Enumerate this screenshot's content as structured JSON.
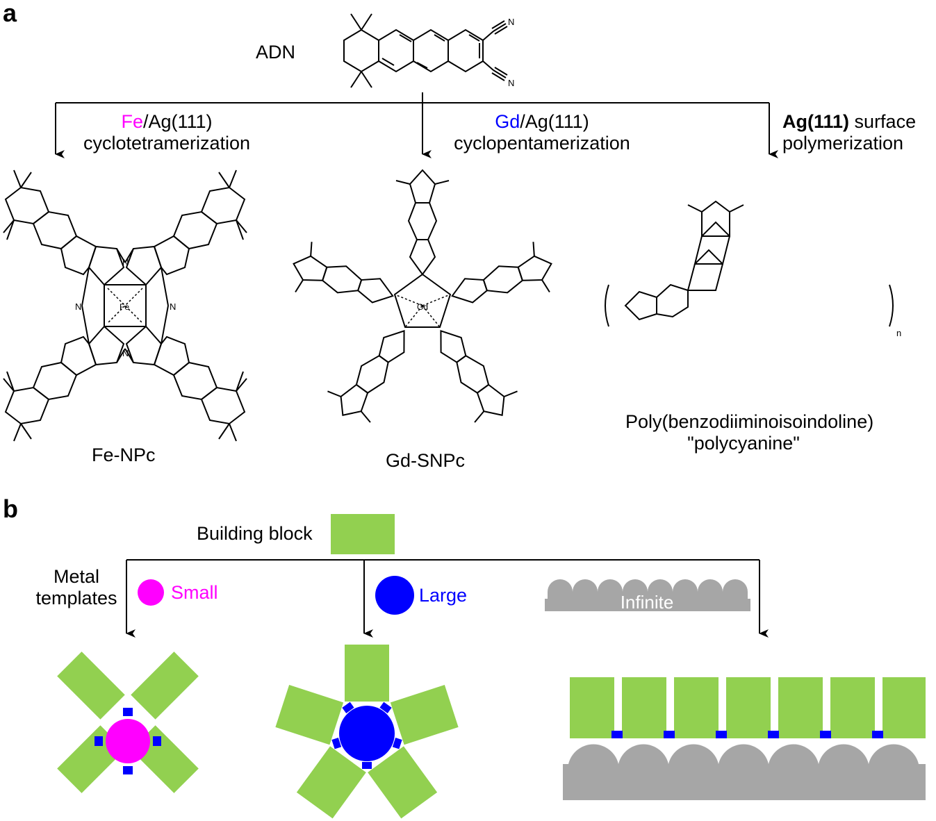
{
  "panel_a": {
    "letter": "a",
    "start_label": "ADN",
    "start_nitrile_label": "N",
    "branches": [
      {
        "metal": "Fe",
        "metal_color": "#ff00ff",
        "surface": "/Ag(111)",
        "process": "cyclotetramerization",
        "product": "Fe-NPc",
        "center_atom": "Fe"
      },
      {
        "metal": "Gd",
        "metal_color": "#0000ff",
        "surface": "/Ag(111)",
        "process": "cyclopentamerization",
        "product": "Gd-SNPc",
        "center_atom": "Gd"
      },
      {
        "surface_bold": "Ag(111)",
        "surface_rest": " surface",
        "process": "polymerization",
        "product_line1": "Poly(benzodiiminoisoindoline)",
        "product_line2": "\"polycyanine\"",
        "repeat_subscript": "n"
      }
    ],
    "atom_label": "N"
  },
  "panel_b": {
    "letter": "b",
    "building_block_label": "Building block",
    "metal_templates_line1": "Metal",
    "metal_templates_line2": "templates",
    "templates": [
      {
        "label": "Small",
        "color": "#ff00ff"
      },
      {
        "label": "Large",
        "color": "#0000ff"
      },
      {
        "label": "Infinite",
        "color": "#a6a6a6"
      }
    ],
    "colors": {
      "block": "#92d050",
      "linker": "#0000ff",
      "surface": "#a6a6a6"
    }
  }
}
